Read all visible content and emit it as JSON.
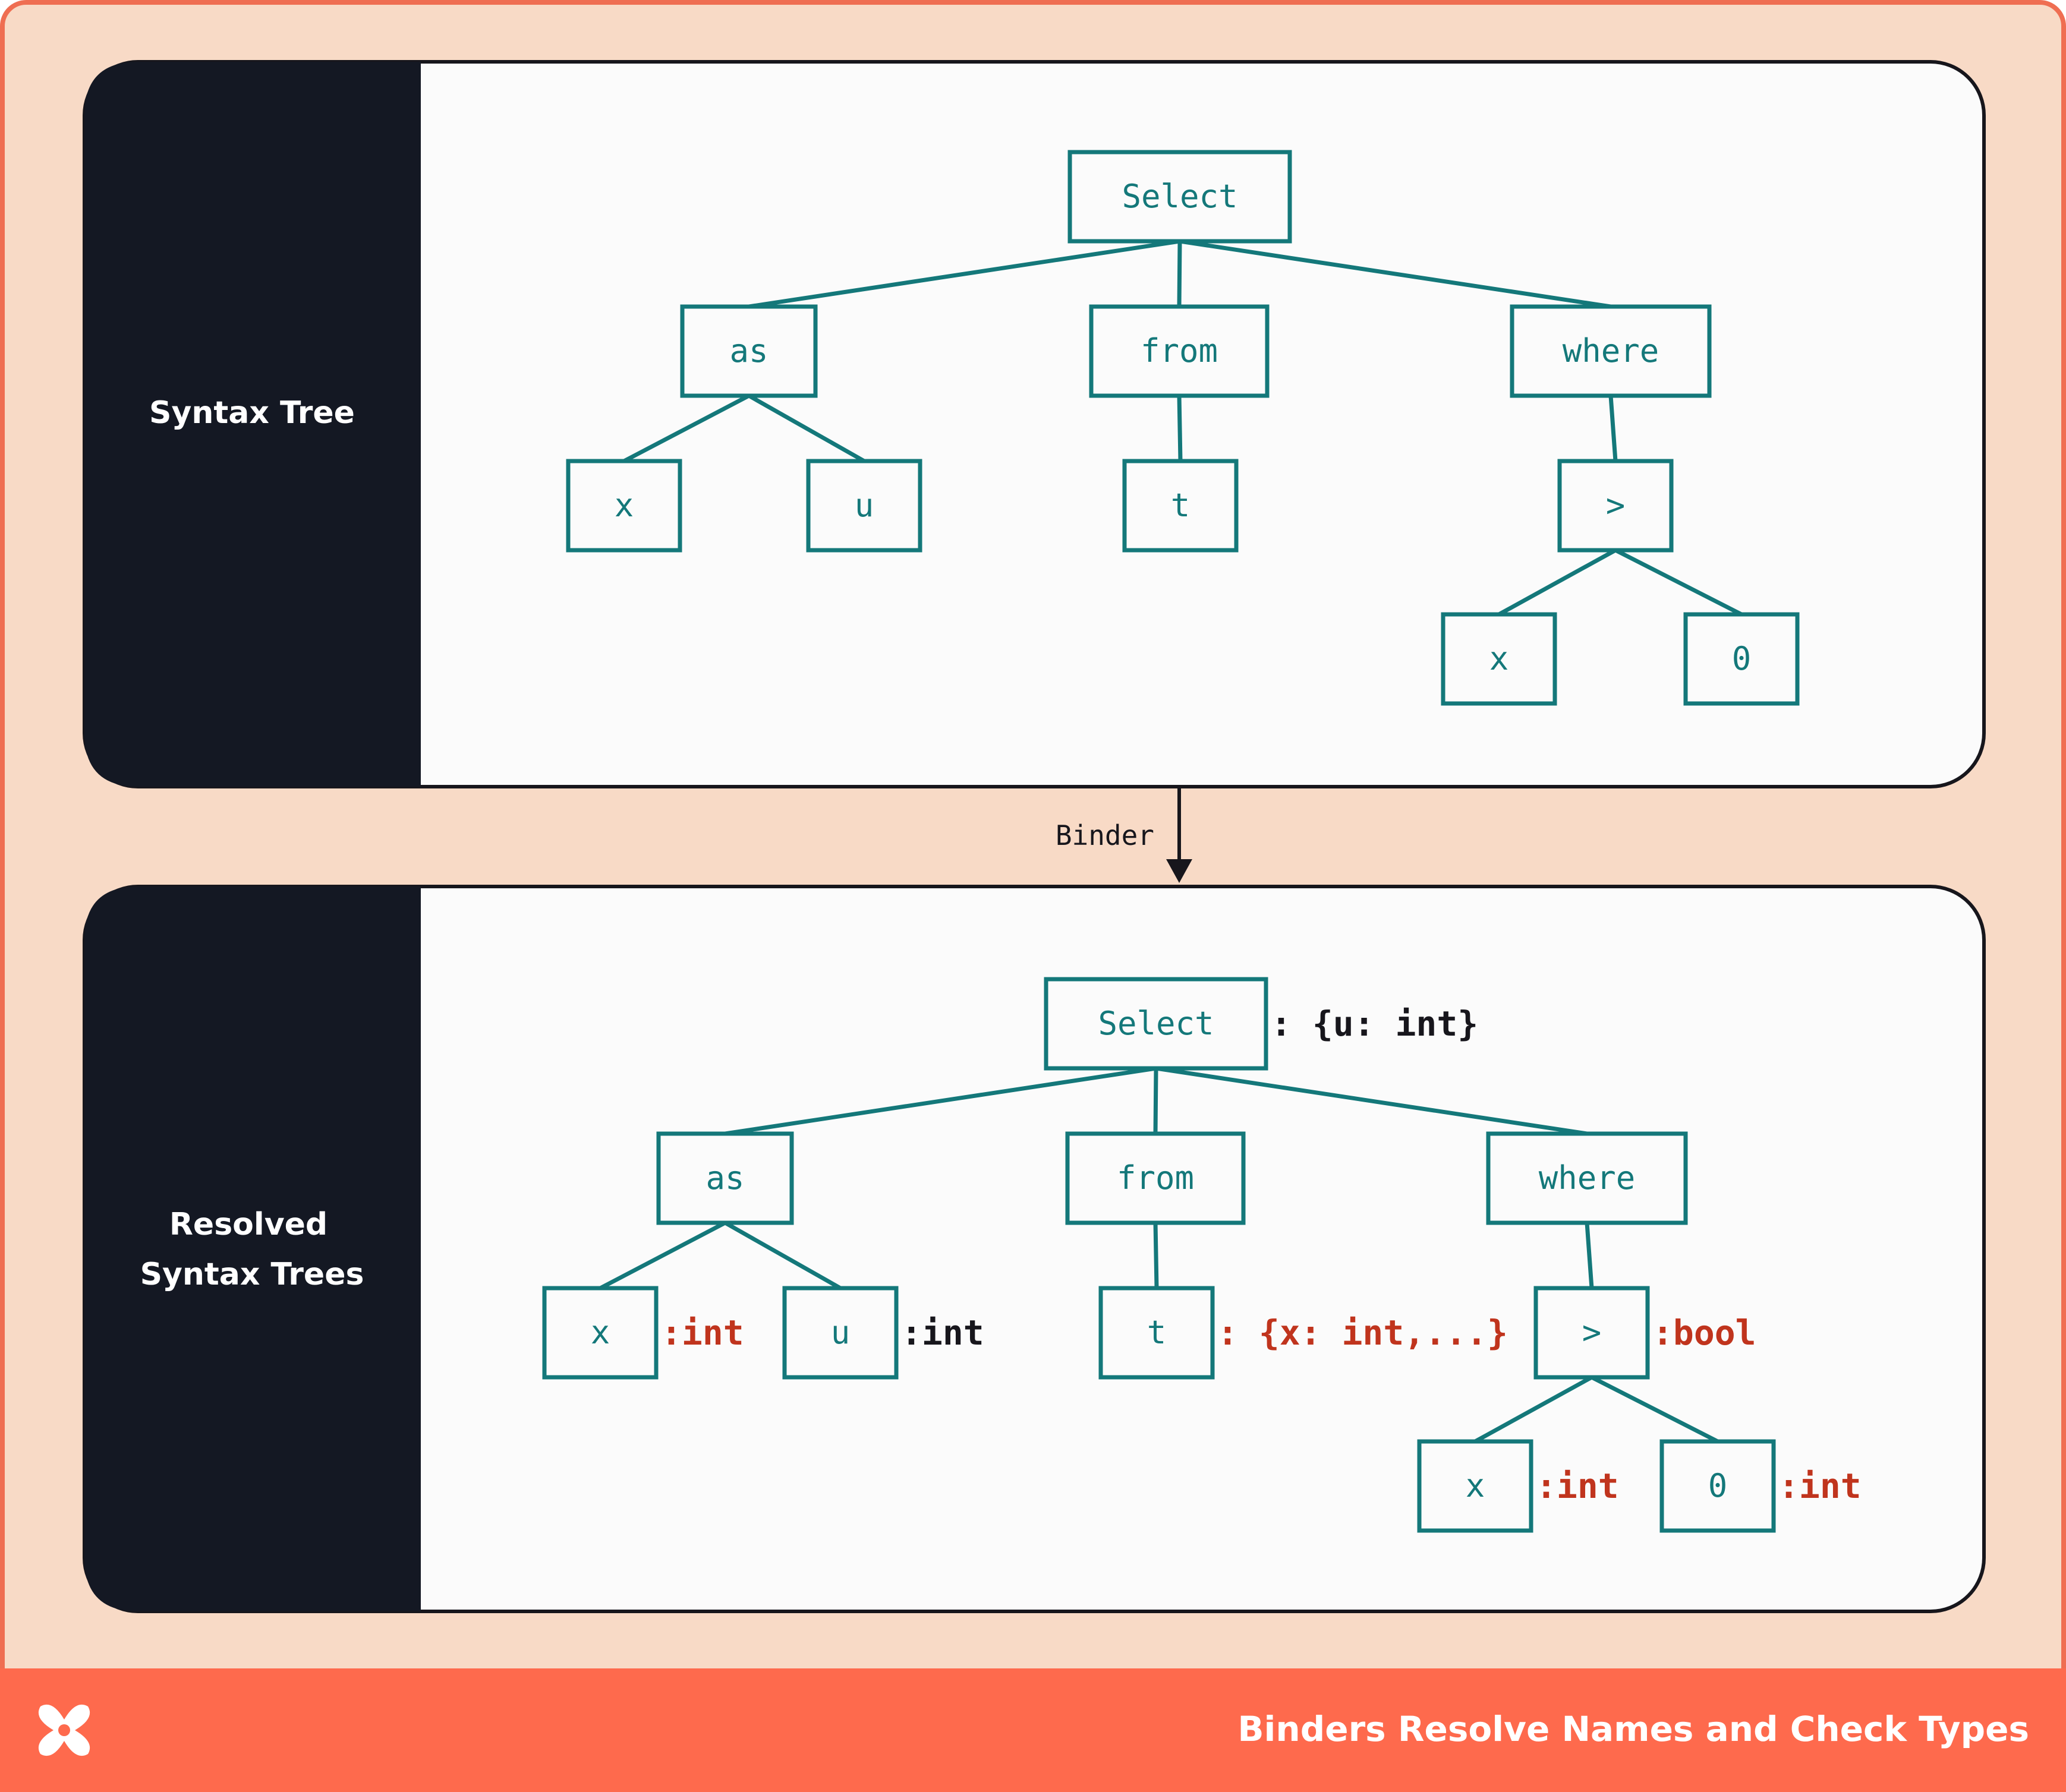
{
  "colors": {
    "frame": "#f8dac6",
    "frame_border": "#ef6e52",
    "footer": "#fe6a4d",
    "panel_dark": "#141823",
    "panel_light": "#fbfbfb",
    "node": "#14787a",
    "type_red": "#c0341d",
    "type_black": "#17161c"
  },
  "panels": {
    "top": {
      "label_lines": [
        "Syntax Tree"
      ]
    },
    "bottom": {
      "label_lines": [
        "Resolved",
        "Syntax Trees"
      ]
    }
  },
  "binder_label": "Binder",
  "footer": {
    "title": "Binders Resolve Names and Check Types",
    "logo_icon": "x-logo-icon"
  },
  "trees": [
    {
      "id": "syntax-tree",
      "nodes": [
        {
          "id": "select",
          "label": "Select"
        },
        {
          "id": "as",
          "label": "as"
        },
        {
          "id": "from",
          "label": "from"
        },
        {
          "id": "where",
          "label": "where"
        },
        {
          "id": "x1",
          "label": "x"
        },
        {
          "id": "u",
          "label": "u"
        },
        {
          "id": "t",
          "label": "t"
        },
        {
          "id": "gt",
          "label": ">"
        },
        {
          "id": "x2",
          "label": "x"
        },
        {
          "id": "zero",
          "label": "0"
        }
      ],
      "edges": [
        [
          "select",
          "as"
        ],
        [
          "select",
          "from"
        ],
        [
          "select",
          "where"
        ],
        [
          "as",
          "x1"
        ],
        [
          "as",
          "u"
        ],
        [
          "from",
          "t"
        ],
        [
          "where",
          "gt"
        ],
        [
          "gt",
          "x2"
        ],
        [
          "gt",
          "zero"
        ]
      ]
    },
    {
      "id": "resolved-tree",
      "nodes": [
        {
          "id": "select",
          "label": "Select",
          "type": ": {u: int}",
          "type_color": "black"
        },
        {
          "id": "as",
          "label": "as"
        },
        {
          "id": "from",
          "label": "from"
        },
        {
          "id": "where",
          "label": "where"
        },
        {
          "id": "x1",
          "label": "x",
          "type": ":int",
          "type_color": "red"
        },
        {
          "id": "u",
          "label": "u",
          "type": ":int",
          "type_color": "black"
        },
        {
          "id": "t",
          "label": "t",
          "type": ": {x: int,...}",
          "type_color": "red"
        },
        {
          "id": "gt",
          "label": ">",
          "type": ":bool",
          "type_color": "red"
        },
        {
          "id": "x2",
          "label": "x",
          "type": ":int",
          "type_color": "red"
        },
        {
          "id": "zero",
          "label": "0",
          "type": ":int",
          "type_color": "red"
        }
      ],
      "edges": [
        [
          "select",
          "as"
        ],
        [
          "select",
          "from"
        ],
        [
          "select",
          "where"
        ],
        [
          "as",
          "x1"
        ],
        [
          "as",
          "u"
        ],
        [
          "from",
          "t"
        ],
        [
          "where",
          "gt"
        ],
        [
          "gt",
          "x2"
        ],
        [
          "gt",
          "zero"
        ]
      ]
    }
  ]
}
